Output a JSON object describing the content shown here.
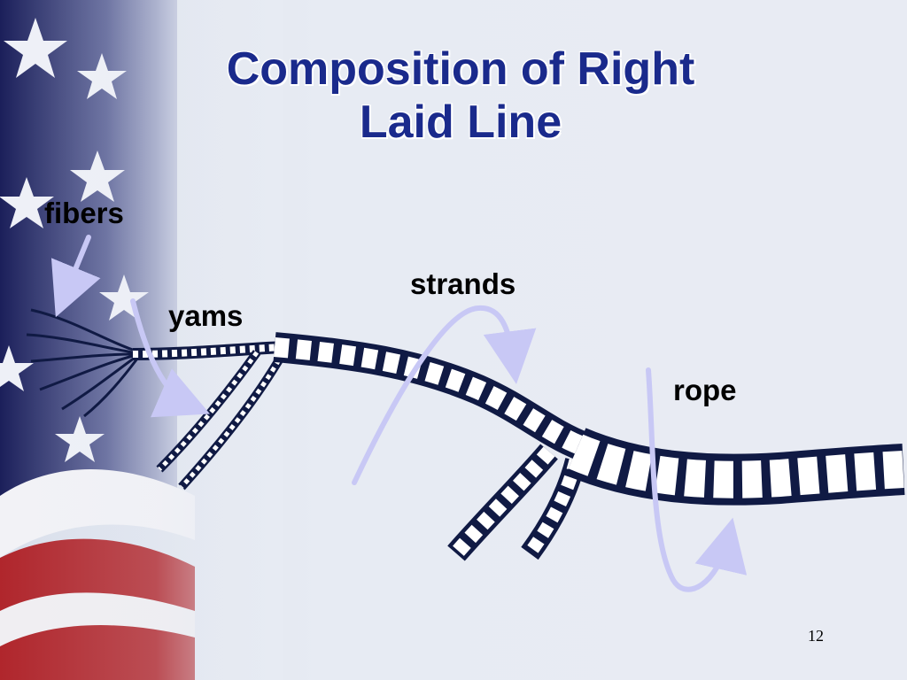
{
  "slide": {
    "title_line1": "Composition of Right",
    "title_line2": "Laid Line",
    "page_number": "12"
  },
  "labels": {
    "fibers": "fibers",
    "yams": "yams",
    "strands": "strands",
    "rope": "rope"
  },
  "colors": {
    "title": "#1a2a8c",
    "arrow": "#c8c8f5",
    "rope_outline": "#101a44",
    "background": "#e8ebf3"
  }
}
